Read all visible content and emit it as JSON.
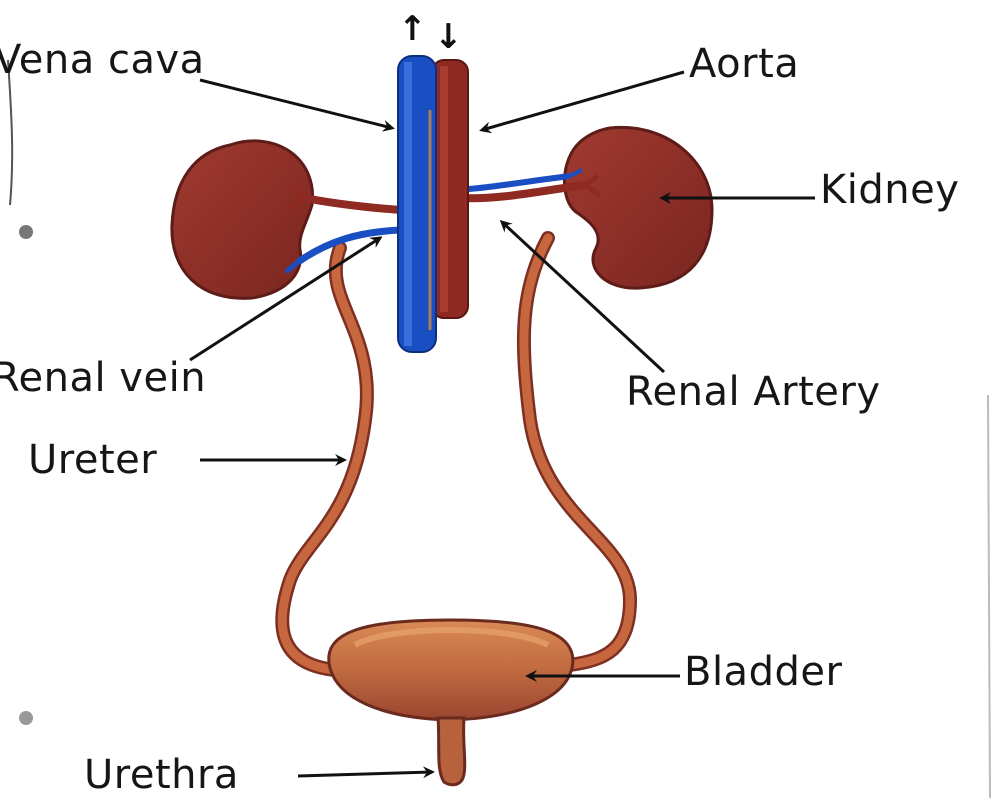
{
  "labels": {
    "vena_cava": "Vena cava",
    "aorta": "Aorta",
    "kidney": "Kidney",
    "renal_vein": "Renal vein",
    "renal_artery": "Renal Artery",
    "ureter": "Ureter",
    "bladder": "Bladder",
    "urethra": "Urethra"
  },
  "flow_arrows": {
    "up": "↑",
    "down": "↓"
  },
  "colors": {
    "vein_blue": "#1a4fc4",
    "artery_red": "#8e2a22",
    "kidney": "#8a2d27",
    "ureter": "#b95a3c",
    "bladder": "#b8613d",
    "label_text": "#161616"
  }
}
